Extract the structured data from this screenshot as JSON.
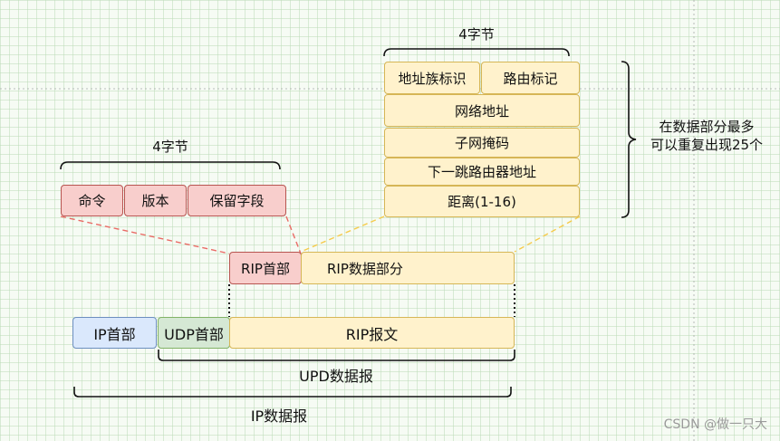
{
  "rip_entry_header": {
    "width_label": "4字节",
    "fields": [
      "命令",
      "版本",
      "保留字段"
    ]
  },
  "rip_route_entry": {
    "width_label": "4字节",
    "row1": [
      "地址族标识",
      "路由标记"
    ],
    "rows": [
      "网络地址",
      "子网掩码",
      "下一跳路由器地址",
      "距离(1-16)"
    ],
    "repeat_note_line1": "在数据部分最多",
    "repeat_note_line2": "可以重复出现25个"
  },
  "rip_message": {
    "header": "RIP首部",
    "data": "RIP数据部分"
  },
  "ip_packet": {
    "ip_header": "IP首部",
    "udp_header": "UDP首部",
    "rip_message": "RIP报文"
  },
  "brackets": {
    "udp_label": "UPD数据报",
    "ip_label": "IP数据报"
  },
  "watermark": "CSDN @做一只大",
  "colors": {
    "pink_fill": "#f8cecc",
    "pink_stroke": "#b85450",
    "yellow_fill": "#fff2cc",
    "yellow_stroke": "#d6b656",
    "blue_fill": "#dae8fc",
    "green_fill": "#d5e8d4"
  }
}
